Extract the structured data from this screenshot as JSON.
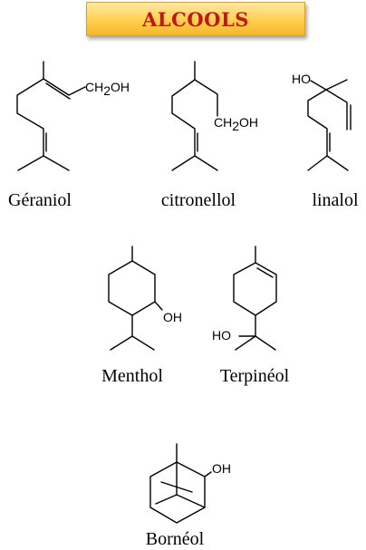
{
  "title": "ALCOOLS",
  "colors": {
    "title_text": "#c0171a",
    "title_bg": "#ffcf4d"
  },
  "molecules": [
    {
      "caption": "Géraniol",
      "groups": [
        "CH",
        "2",
        "OH"
      ]
    },
    {
      "caption": "citronellol",
      "groups": [
        "CH",
        "2",
        "OH"
      ]
    },
    {
      "caption": "linalol",
      "groups": [
        "HO"
      ]
    },
    {
      "caption": "Menthol",
      "groups": [
        "OH"
      ]
    },
    {
      "caption": "Terpinéol",
      "groups": [
        "HO"
      ]
    },
    {
      "caption": "Bornéol",
      "groups": [
        "OH"
      ]
    }
  ]
}
